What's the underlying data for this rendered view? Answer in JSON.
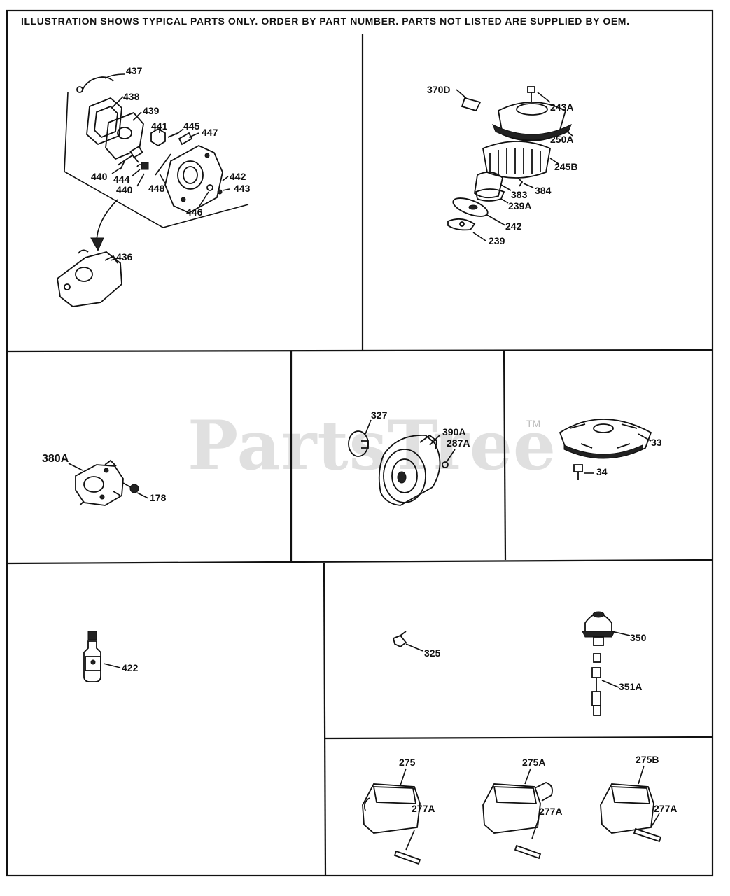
{
  "header": {
    "note": "ILLUSTRATION SHOWS TYPICAL PARTS ONLY. ORDER BY PART NUMBER. PARTS NOT LISTED ARE SUPPLIED BY OEM."
  },
  "watermark": {
    "text": "PartsTree",
    "trademark": "TM"
  },
  "callouts": {
    "p437": "437",
    "p438": "438",
    "p439": "439",
    "p441": "441",
    "p445": "445",
    "p447": "447",
    "p440a": "440",
    "p444": "444",
    "p440b": "440",
    "p448": "448",
    "p442": "442",
    "p443": "443",
    "p446": "446",
    "p436": "436",
    "p370D": "370D",
    "p243A": "243A",
    "p250A": "250A",
    "p245B": "245B",
    "p383": "383",
    "p384": "384",
    "p239A": "239A",
    "p242": "242",
    "p239": "239",
    "p380A": "380A",
    "p178": "178",
    "p327": "327",
    "p390A": "390A",
    "p287A": "287A",
    "p33": "33",
    "p34": "34",
    "p422": "422",
    "p325": "325",
    "p350": "350",
    "p351A": "351A",
    "p275": "275",
    "p277A_1": "277A",
    "p275A": "275A",
    "p277A_2": "277A",
    "p275B": "275B",
    "p277A_3": "277A"
  }
}
